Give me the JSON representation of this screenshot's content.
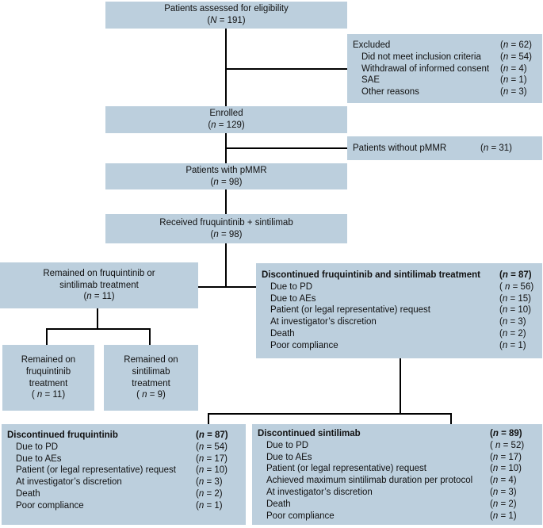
{
  "colors": {
    "box_fill": "#bccfdd",
    "connector": "#000000",
    "text": "#111111",
    "background": "#ffffff"
  },
  "boxes": {
    "assessed": {
      "lines": [
        "Patients assessed for eligibility",
        "(N = 191)"
      ]
    },
    "excluded": {
      "rows": [
        {
          "label": "Excluded",
          "value": "(n = 62)"
        },
        {
          "label": "Did not meet inclusion criteria",
          "value": "(n = 54)"
        },
        {
          "label": "Withdrawal of informed consent",
          "value": "(n = 4)"
        },
        {
          "label": "SAE",
          "value": "(n = 1)"
        },
        {
          "label": "Other reasons",
          "value": "(n = 3)"
        }
      ]
    },
    "enrolled": {
      "lines": [
        "Enrolled",
        "(n = 129)"
      ]
    },
    "without_pmmr": {
      "label": "Patients without pMMR",
      "value": "(n = 31)"
    },
    "with_pmmr": {
      "lines": [
        "Patients with pMMR",
        "(n = 98)"
      ]
    },
    "received": {
      "lines": [
        "Received fruquintinib + sintilimab",
        "(n = 98)"
      ]
    },
    "remained_both": {
      "lines": [
        "Remained on fruquintinib or",
        "sintilimab treatment",
        "(n = 11)"
      ]
    },
    "disc_both": {
      "header": {
        "label": "Discontinued fruquintinib and sintilimab treatment",
        "value": "(n = 87)"
      },
      "rows": [
        {
          "label": "Due to PD",
          "value": "( n = 56)"
        },
        {
          "label": "Due to AEs",
          "value": "(n = 15)"
        },
        {
          "label": "Patient (or legal representative) request",
          "value": "(n = 10)"
        },
        {
          "label": "At investigator’s discretion",
          "value": "(n = 3)"
        },
        {
          "label": "Death",
          "value": "(n = 2)"
        },
        {
          "label": "Poor compliance",
          "value": "(n = 1)"
        }
      ]
    },
    "remained_fruq": {
      "lines": [
        "Remained on",
        "fruquintinib",
        "treatment",
        "( n = 11)"
      ]
    },
    "remained_sint": {
      "lines": [
        "Remained on",
        "sintilimab",
        "treatment",
        "( n = 9)"
      ]
    },
    "disc_fruq": {
      "header": {
        "label": "Discontinued fruquintinib",
        "value": "(n = 87)"
      },
      "rows": [
        {
          "label": "Due to PD",
          "value": "(n = 54)"
        },
        {
          "label": "Due to AEs",
          "value": "(n = 17)"
        },
        {
          "label": "Patient (or legal representative) request",
          "value": "(n = 10)"
        },
        {
          "label": "At investigator’s discretion",
          "value": "(n = 3)"
        },
        {
          "label": "Death",
          "value": "(n = 2)"
        },
        {
          "label": "Poor compliance",
          "value": "(n = 1)"
        }
      ]
    },
    "disc_sint": {
      "header": {
        "label": "Discontinued sintilimab",
        "value": "(n = 89)"
      },
      "rows": [
        {
          "label": "Due to PD",
          "value": "( n = 52)"
        },
        {
          "label": "Due to AEs",
          "value": "(n = 17)"
        },
        {
          "label": "Patient (or legal representative) request",
          "value": "(n = 10)"
        },
        {
          "label": "Achieved maximum sintilimab duration per protocol",
          "value": "(n = 4)"
        },
        {
          "label": "At investigator’s discretion",
          "value": "(n = 3)"
        },
        {
          "label": "Death",
          "value": "(n = 2)"
        },
        {
          "label": "Poor compliance",
          "value": "(n = 1)"
        }
      ]
    }
  }
}
